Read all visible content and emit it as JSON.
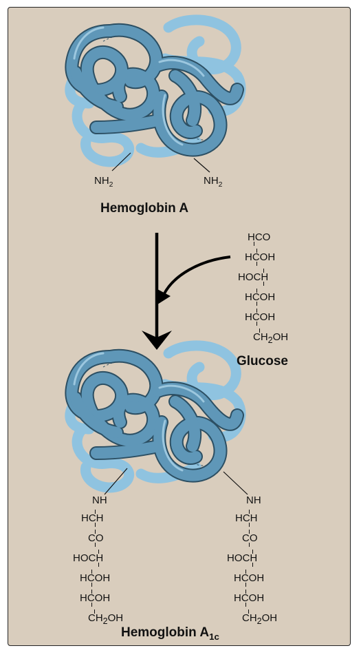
{
  "labels": {
    "hemoglobin_a": "Hemoglobin A",
    "glucose": "Glucose",
    "hemoglobin_a1c_main": "Hemoglobin A",
    "hemoglobin_a1c_sub": "1c",
    "nh2_left_main": "NH",
    "nh2_left_sub": "2",
    "nh2_right_main": "NH",
    "nh2_right_sub": "2"
  },
  "glucose_formula": {
    "rows": [
      "HCO",
      "HCOH",
      "HOCH",
      "HCOH",
      "HCOH"
    ],
    "last_main": "CH",
    "last_sub": "2",
    "last_tail": "OH"
  },
  "adduct_chain": {
    "rows": [
      "NH",
      "HCH",
      "CO",
      "HOCH",
      "HCOH",
      "HCOH"
    ],
    "last_main": "CH",
    "last_sub": "2",
    "last_tail": "OH"
  },
  "colors": {
    "panel_bg": "#d9cdbd",
    "protein_dark": "#5f97b8",
    "protein_light": "#8fc3e0",
    "outline": "#2c4f63",
    "text": "#111111"
  }
}
